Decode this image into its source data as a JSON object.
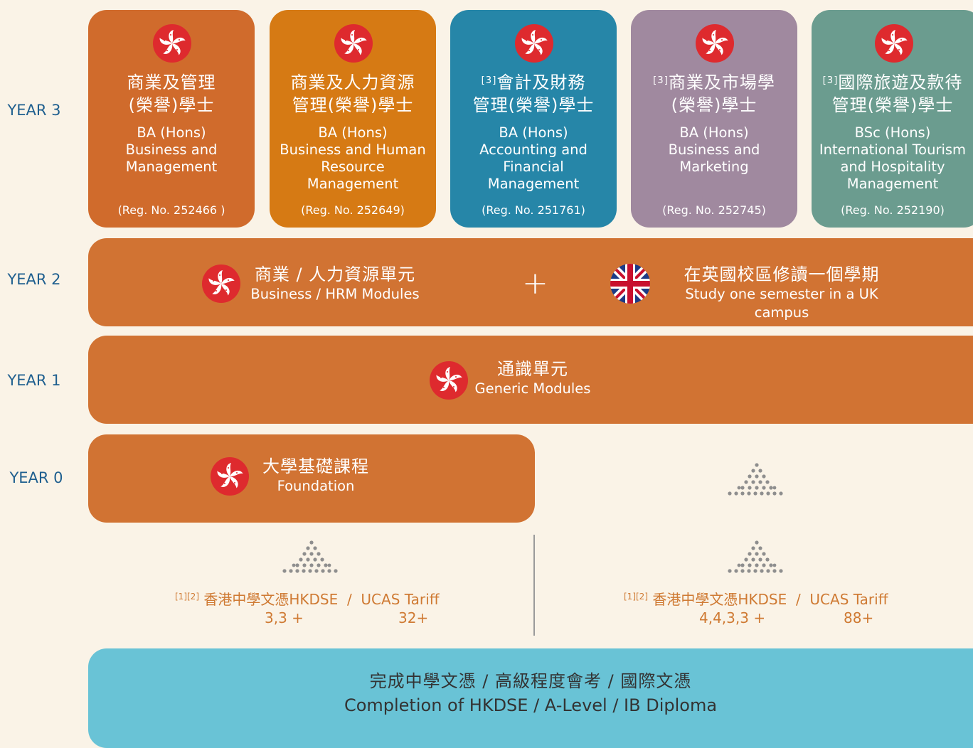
{
  "years": {
    "y3": "YEAR 3",
    "y2": "YEAR 2",
    "y1": "YEAR 1",
    "y0": "YEAR 0"
  },
  "programmes": [
    {
      "note": "",
      "zh_line1": "商業及管理",
      "zh_line2": "(榮譽)學士",
      "en": [
        "BA (Hons)",
        "Business and",
        "Management"
      ],
      "reg": "(Reg. No. 252466 )",
      "color": "#d06b2c"
    },
    {
      "note": "",
      "zh_line1": "商業及人力資源",
      "zh_line2": "管理(榮譽)學士",
      "en": [
        "BA (Hons)",
        "Business and Human",
        "Resource",
        "Management"
      ],
      "reg": "(Reg. No. 252649)",
      "color": "#d67a14"
    },
    {
      "note": "[3]",
      "zh_line1": "會計及財務",
      "zh_line2": "管理(榮譽)學士",
      "en": [
        "BA (Hons)",
        "Accounting and",
        "Financial",
        "Management"
      ],
      "reg": "(Reg. No. 251761)",
      "color": "#2686a8"
    },
    {
      "note": "[3]",
      "zh_line1": "商業及市場學",
      "zh_line2": "(榮譽)學士",
      "en": [
        "BA (Hons)",
        "Business and",
        "Marketing"
      ],
      "reg": "(Reg. No. 252745)",
      "color": "#a0899f"
    },
    {
      "note": "[3]",
      "zh_line1": "國際旅遊及款待",
      "zh_line2": "管理(榮譽)學士",
      "en": [
        "BSc (Hons)",
        "International Tourism",
        "and Hospitality",
        "Management"
      ],
      "reg": "(Reg. No. 252190)",
      "color": "#6b9c8f"
    }
  ],
  "year2": {
    "left_zh": "商業 / 人力資源單元",
    "left_en": "Business / HRM Modules",
    "plus": "+",
    "right_zh": "在英國校區修讀一個學期",
    "right_en": "Study one semester in a UK campus"
  },
  "year1": {
    "zh": "通識單元",
    "en": "Generic Modules"
  },
  "year0": {
    "zh": "大學基礎課程",
    "en": "Foundation"
  },
  "requirements": {
    "left": {
      "note": "[1][2]",
      "label": "香港中學文憑HKDSE  /  UCAS Tariff",
      "hkdse": "3,3 +",
      "ucas": "32+"
    },
    "right": {
      "note": "[1][2]",
      "label": "香港中學文憑HKDSE  /  UCAS Tariff",
      "hkdse": "4,4,3,3 +",
      "ucas": "88+"
    }
  },
  "completion": {
    "zh": "完成中學文憑 / 高級程度會考 / 國際文憑",
    "en": "Completion of HKDSE / A-Level / IB Diploma"
  },
  "colors": {
    "band": "#d17333",
    "hk_red": "#de2a2e",
    "completion": "#69c3d6",
    "year_label": "#1f5f8f"
  },
  "icons": {
    "hk_flag": "hong-kong-bauhinia-flag-icon",
    "uk_flag": "united-kingdom-flag-icon",
    "pyramid": "dot-pyramid-icon"
  }
}
